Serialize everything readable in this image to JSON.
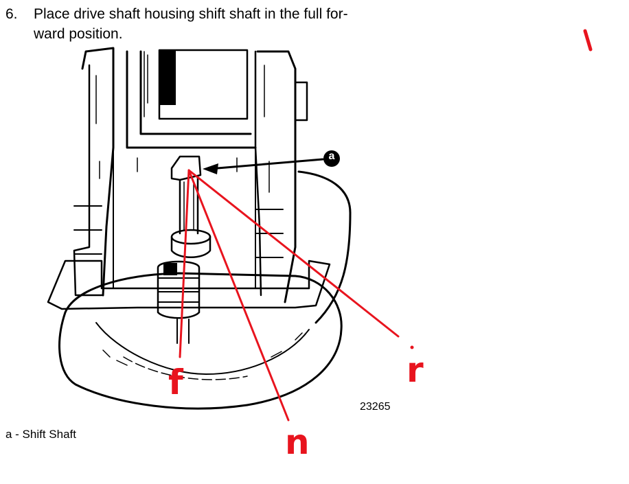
{
  "step": {
    "number": "6.",
    "line1": "Place drive shaft housing shift shaft in the full for-",
    "line2": "ward position."
  },
  "callout": {
    "letter": "a"
  },
  "caption": "a - Shift Shaft",
  "figure_number": "23265",
  "annotations": {
    "mark_f": "f",
    "mark_n": "n",
    "mark_r": "r",
    "color": "#e8141e"
  }
}
